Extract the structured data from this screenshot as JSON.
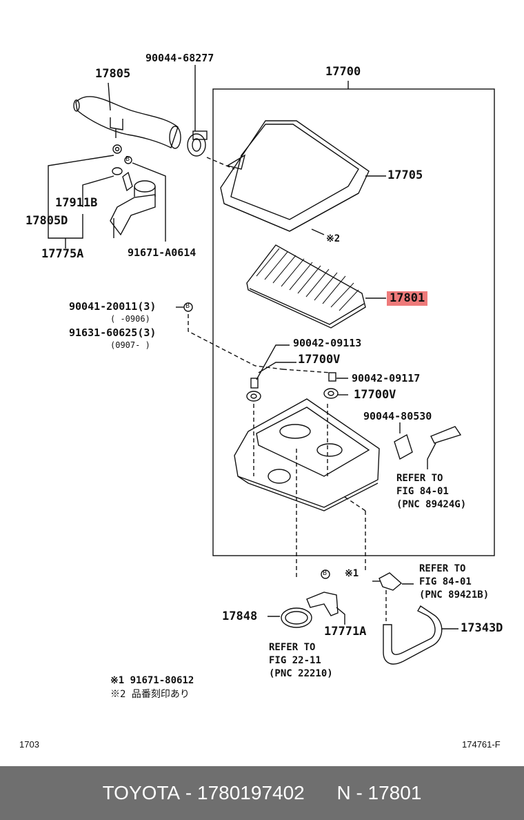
{
  "labels": {
    "p17805": "17805",
    "p90044_68277": "90044-68277",
    "p17700": "17700",
    "p17705": "17705",
    "p17911B": "17911B",
    "p17805D": "17805D",
    "p17775A": "17775A",
    "p91671_A0614": "91671-A0614",
    "mark2": "※2",
    "p17801": "17801",
    "p90041_20011": "90041-20011(3)",
    "p90041_range": "(    -0906)",
    "p91631_60625": "91631-60625(3)",
    "p91631_range": "(0907-     )",
    "p90042_09113": "90042-09113",
    "p17700V_a": "17700V",
    "p90042_09117": "90042-09117",
    "p17700V_b": "17700V",
    "p90044_80530": "90044-80530",
    "refer1": [
      "REFER TO",
      "FIG 84-01",
      "(PNC 89424G)"
    ],
    "mark1": "※1",
    "refer2": [
      "REFER TO",
      "FIG 84-01",
      "(PNC 89421B)"
    ],
    "p17848": "17848",
    "p17771A": "17771A",
    "p17343D": "17343D",
    "refer3": [
      "REFER TO",
      "FIG 22-11",
      "(PNC 22210)"
    ],
    "note1": "※1 91671-80612",
    "note2": "※2 品番刻印あり",
    "b": "B",
    "fig_left": "1703",
    "fig_right": "174761-F"
  },
  "footer": {
    "brand": "TOYOTA",
    "part_number": "1780197402",
    "pnc": "N - 17801"
  },
  "highlight_color": "#ee7a7a"
}
